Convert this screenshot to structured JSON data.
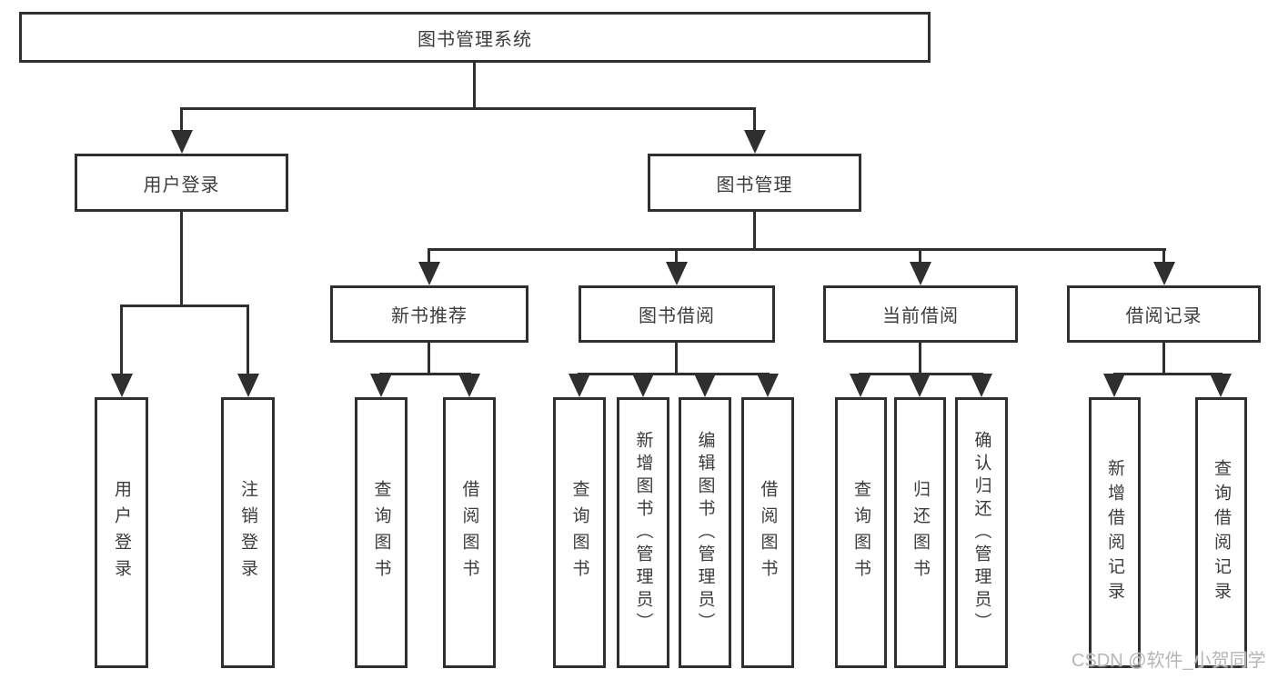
{
  "tree": {
    "label": "图书管理系统",
    "children": [
      {
        "label": "用户登录",
        "children": [
          {
            "label": "用户登录"
          },
          {
            "label": "注销登录"
          }
        ]
      },
      {
        "label": "图书管理",
        "children": [
          {
            "label": "新书推荐",
            "children": [
              {
                "label": "查询图书"
              },
              {
                "label": "借阅图书"
              }
            ]
          },
          {
            "label": "图书借阅",
            "children": [
              {
                "label": "查询图书"
              },
              {
                "label": "新增图书（管理员）"
              },
              {
                "label": "编辑图书（管理员）"
              },
              {
                "label": "借阅图书"
              }
            ]
          },
          {
            "label": "当前借阅",
            "children": [
              {
                "label": "查询图书"
              },
              {
                "label": "归还图书"
              },
              {
                "label": "确认归还（管理员）"
              }
            ]
          },
          {
            "label": "借阅记录",
            "children": [
              {
                "label": "新增借阅记录"
              },
              {
                "label": "查询借阅记录"
              }
            ]
          }
        ]
      }
    ]
  },
  "watermark": {
    "text": "CSDN @软件_小贺同学"
  },
  "colors": {
    "line": "#2f2f2f",
    "text": "#3c3c3c",
    "watermark": "#b6b6b6",
    "background": "#ffffff"
  }
}
